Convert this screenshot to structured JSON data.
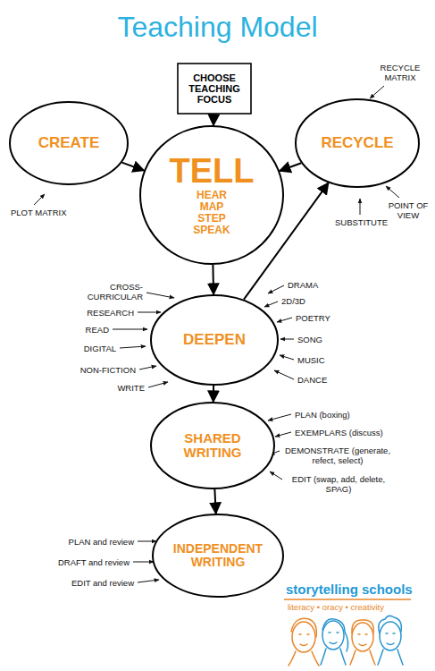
{
  "diagram": {
    "title": "Teaching Model",
    "nodes": [
      {
        "text": [
          "CHOOSE TEACHING FOCUS"
        ]
      },
      {
        "text": [
          "CREATE"
        ]
      },
      {
        "text": [
          "TELL",
          "HEAR MAP STEP SPEAK"
        ]
      },
      {
        "text": [
          "RECYCLE"
        ]
      },
      {
        "text": [
          "DEEPEN"
        ]
      },
      {
        "text": [
          "SHARED WRITING"
        ]
      },
      {
        "text": [
          "INDEPENDENT WRITING"
        ]
      }
    ],
    "edges": [
      {
        "from": 0,
        "to": 2,
        "arrow": "to"
      },
      {
        "from": 1,
        "to": 2,
        "arrow": "to"
      },
      {
        "from": 3,
        "to": 2,
        "arrow": "to"
      },
      {
        "from": 2,
        "to": 4,
        "arrow": "to"
      },
      {
        "from": 4,
        "to": 3,
        "arrow": "to"
      },
      {
        "from": 4,
        "to": 5,
        "arrow": "to"
      },
      {
        "from": 5,
        "to": 6,
        "arrow": "to"
      }
    ],
    "labels": [
      "RECYCLE MATRIX",
      "POINT OF VIEW",
      "SUBSTITUTE",
      "PLOT MATRIX",
      "CROSS-CURRICULAR",
      "RESEARCH",
      "READ",
      "DIGITAL",
      "NON-FICTION",
      "WRITE",
      "DRAMA",
      "2D/3D",
      "POETRY",
      "SONG",
      "MUSIC",
      "DANCE",
      "PLAN (boxing)",
      "EXEMPLARS (discuss)",
      "DEMONSTRATE (generate, refect, select)",
      "EDIT (swap, add, delete, SPAG)",
      "PLAN and review",
      "DRAFT and review",
      "EDIT and review",
      "storytelling schools",
      "literacy • oracy • creativity"
    ]
  }
}
